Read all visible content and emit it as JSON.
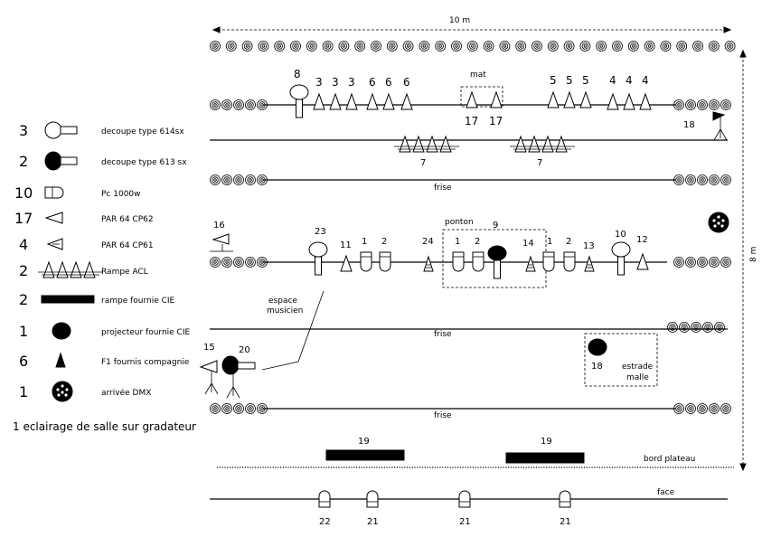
{
  "dimensions": {
    "width_label": "10 m",
    "depth_label": "8 m"
  },
  "legend": [
    {
      "count": "3",
      "label": "decoupe type 614sx",
      "icon": "decoupe-614-icon"
    },
    {
      "count": "2",
      "label": "decoupe type 613 sx",
      "icon": "decoupe-613-icon"
    },
    {
      "count": "10",
      "label": "Pc 1000w",
      "icon": "pc-1000w-icon"
    },
    {
      "count": "17",
      "label": "PAR 64 CP62",
      "icon": "par64-cp62-icon"
    },
    {
      "count": "4",
      "label": "PAR 64 CP61",
      "icon": "par64-cp61-icon"
    },
    {
      "count": "2",
      "label": "Rampe ACL",
      "icon": "rampe-acl-icon"
    },
    {
      "count": "2",
      "label": "rampe fournie CIE",
      "icon": "rampe-cie-icon"
    },
    {
      "count": "1",
      "label": "projecteur fournie CIE",
      "icon": "projecteur-cie-icon"
    },
    {
      "count": "6",
      "label": "F1 fournis compagnie",
      "icon": "f1-icon"
    },
    {
      "count": "1",
      "label": "arrivée DMX",
      "icon": "dmx-icon"
    }
  ],
  "legend_footer": "1 eclairage de salle sur gradateur",
  "labels": {
    "mat": "mat",
    "frise": "frise",
    "ponton": "ponton",
    "espace_musicien": [
      "espace",
      "musicien"
    ],
    "estrade_malle": [
      "estrade",
      "malle"
    ],
    "bord_plateau": "bord plateau",
    "face": "face"
  },
  "fixtures": {
    "bar1": [
      "8",
      "3",
      "3",
      "3",
      "6",
      "6",
      "6",
      "17",
      "17",
      "5",
      "5",
      "5",
      "4",
      "4",
      "4",
      "18"
    ],
    "bar2": [
      "7",
      "7"
    ],
    "bar3": [
      "16",
      "23",
      "11",
      "1",
      "2",
      "24",
      "1",
      "2",
      "9",
      "14",
      "1",
      "2",
      "13",
      "10",
      "12"
    ],
    "floor": [
      "15",
      "20",
      "18"
    ],
    "rampes": [
      "19",
      "19"
    ],
    "face": [
      "22",
      "21",
      "21",
      "21"
    ]
  }
}
